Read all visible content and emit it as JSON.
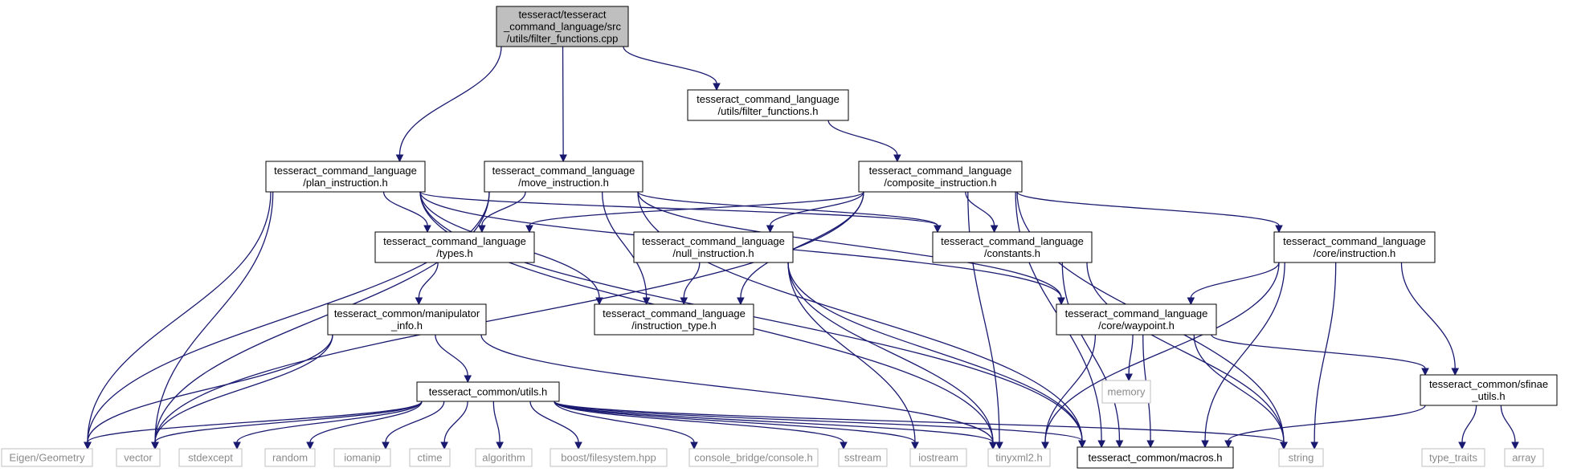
{
  "diagram": {
    "type": "include-dependency-graph",
    "colors": {
      "edge": "#191970",
      "root_fill": "#bfbfbf",
      "system_border": "#bfbfbf",
      "system_text": "#8a8a8a"
    },
    "nodes": [
      {
        "id": "root",
        "kind": "root",
        "lines": [
          "tesseract/tesseract",
          "_command_language/src",
          "/utils/filter_functions.cpp"
        ]
      },
      {
        "id": "filter_h",
        "kind": "normal",
        "lines": [
          "tesseract_command_language",
          "/utils/filter_functions.h"
        ]
      },
      {
        "id": "plan",
        "kind": "normal",
        "lines": [
          "tesseract_command_language",
          "/plan_instruction.h"
        ]
      },
      {
        "id": "move",
        "kind": "normal",
        "lines": [
          "tesseract_command_language",
          "/move_instruction.h"
        ]
      },
      {
        "id": "composite",
        "kind": "normal",
        "lines": [
          "tesseract_command_language",
          "/composite_instruction.h"
        ]
      },
      {
        "id": "types",
        "kind": "normal",
        "lines": [
          "tesseract_command_language",
          "/types.h"
        ]
      },
      {
        "id": "null",
        "kind": "normal",
        "lines": [
          "tesseract_command_language",
          "/null_instruction.h"
        ]
      },
      {
        "id": "constants",
        "kind": "normal",
        "lines": [
          "tesseract_command_language",
          "/constants.h"
        ]
      },
      {
        "id": "core_instr",
        "kind": "normal",
        "lines": [
          "tesseract_command_language",
          "/core/instruction.h"
        ]
      },
      {
        "id": "manip",
        "kind": "normal",
        "lines": [
          "tesseract_common/manipulator",
          "_info.h"
        ]
      },
      {
        "id": "instr_type",
        "kind": "normal",
        "lines": [
          "tesseract_command_language",
          "/instruction_type.h"
        ]
      },
      {
        "id": "waypoint",
        "kind": "normal",
        "lines": [
          "tesseract_command_language",
          "/core/waypoint.h"
        ]
      },
      {
        "id": "memory",
        "kind": "system",
        "lines": [
          "memory"
        ]
      },
      {
        "id": "utils",
        "kind": "normal",
        "lines": [
          "tesseract_common/utils.h"
        ]
      },
      {
        "id": "sfinae",
        "kind": "normal",
        "lines": [
          "tesseract_common/sfinae",
          "_utils.h"
        ]
      },
      {
        "id": "eigen",
        "kind": "system",
        "lines": [
          "Eigen/Geometry"
        ]
      },
      {
        "id": "vector",
        "kind": "system",
        "lines": [
          "vector"
        ]
      },
      {
        "id": "stdexcept",
        "kind": "system",
        "lines": [
          "stdexcept"
        ]
      },
      {
        "id": "random",
        "kind": "system",
        "lines": [
          "random"
        ]
      },
      {
        "id": "iomanip",
        "kind": "system",
        "lines": [
          "iomanip"
        ]
      },
      {
        "id": "ctime",
        "kind": "system",
        "lines": [
          "ctime"
        ]
      },
      {
        "id": "algorithm",
        "kind": "system",
        "lines": [
          "algorithm"
        ]
      },
      {
        "id": "boostfs",
        "kind": "system",
        "lines": [
          "boost/filesystem.hpp"
        ]
      },
      {
        "id": "console",
        "kind": "system",
        "lines": [
          "console_bridge/console.h"
        ]
      },
      {
        "id": "sstream",
        "kind": "system",
        "lines": [
          "sstream"
        ]
      },
      {
        "id": "iostream",
        "kind": "system",
        "lines": [
          "iostream"
        ]
      },
      {
        "id": "tinyxml",
        "kind": "system",
        "lines": [
          "tinyxml2.h"
        ]
      },
      {
        "id": "macros",
        "kind": "normal",
        "lines": [
          "tesseract_common/macros.h"
        ]
      },
      {
        "id": "string",
        "kind": "system",
        "lines": [
          "string"
        ]
      },
      {
        "id": "type_traits",
        "kind": "system",
        "lines": [
          "type_traits"
        ]
      },
      {
        "id": "array",
        "kind": "system",
        "lines": [
          "array"
        ]
      }
    ],
    "edges": [
      [
        "root",
        "plan"
      ],
      [
        "root",
        "move"
      ],
      [
        "root",
        "filter_h"
      ],
      [
        "filter_h",
        "composite"
      ],
      [
        "plan",
        "types"
      ],
      [
        "plan",
        "instr_type"
      ],
      [
        "plan",
        "constants"
      ],
      [
        "plan",
        "waypoint"
      ],
      [
        "plan",
        "eigen"
      ],
      [
        "plan",
        "vector"
      ],
      [
        "plan",
        "tinyxml"
      ],
      [
        "plan",
        "macros"
      ],
      [
        "move",
        "types"
      ],
      [
        "move",
        "instr_type"
      ],
      [
        "move",
        "constants"
      ],
      [
        "move",
        "waypoint"
      ],
      [
        "move",
        "eigen"
      ],
      [
        "move",
        "vector"
      ],
      [
        "move",
        "macros"
      ],
      [
        "composite",
        "types"
      ],
      [
        "composite",
        "null"
      ],
      [
        "composite",
        "constants"
      ],
      [
        "composite",
        "core_instr"
      ],
      [
        "composite",
        "instr_type"
      ],
      [
        "composite",
        "vector"
      ],
      [
        "composite",
        "string"
      ],
      [
        "composite",
        "macros"
      ],
      [
        "composite",
        "tinyxml"
      ],
      [
        "types",
        "manip"
      ],
      [
        "null",
        "instr_type"
      ],
      [
        "null",
        "macros"
      ],
      [
        "null",
        "tinyxml"
      ],
      [
        "null",
        "iostream"
      ],
      [
        "constants",
        "string"
      ],
      [
        "constants",
        "macros"
      ],
      [
        "core_instr",
        "waypoint"
      ],
      [
        "core_instr",
        "sfinae"
      ],
      [
        "core_instr",
        "string"
      ],
      [
        "core_instr",
        "macros"
      ],
      [
        "core_instr",
        "tinyxml"
      ],
      [
        "manip",
        "utils"
      ],
      [
        "manip",
        "eigen"
      ],
      [
        "manip",
        "vector"
      ],
      [
        "manip",
        "tinyxml"
      ],
      [
        "waypoint",
        "memory"
      ],
      [
        "waypoint",
        "macros"
      ],
      [
        "waypoint",
        "string"
      ],
      [
        "waypoint",
        "sfinae"
      ],
      [
        "waypoint",
        "tinyxml"
      ],
      [
        "utils",
        "eigen"
      ],
      [
        "utils",
        "vector"
      ],
      [
        "utils",
        "stdexcept"
      ],
      [
        "utils",
        "random"
      ],
      [
        "utils",
        "iomanip"
      ],
      [
        "utils",
        "ctime"
      ],
      [
        "utils",
        "algorithm"
      ],
      [
        "utils",
        "boostfs"
      ],
      [
        "utils",
        "console"
      ],
      [
        "utils",
        "sstream"
      ],
      [
        "utils",
        "iostream"
      ],
      [
        "utils",
        "tinyxml"
      ],
      [
        "utils",
        "macros"
      ],
      [
        "utils",
        "string"
      ],
      [
        "sfinae",
        "macros"
      ],
      [
        "sfinae",
        "type_traits"
      ],
      [
        "sfinae",
        "array"
      ]
    ]
  }
}
